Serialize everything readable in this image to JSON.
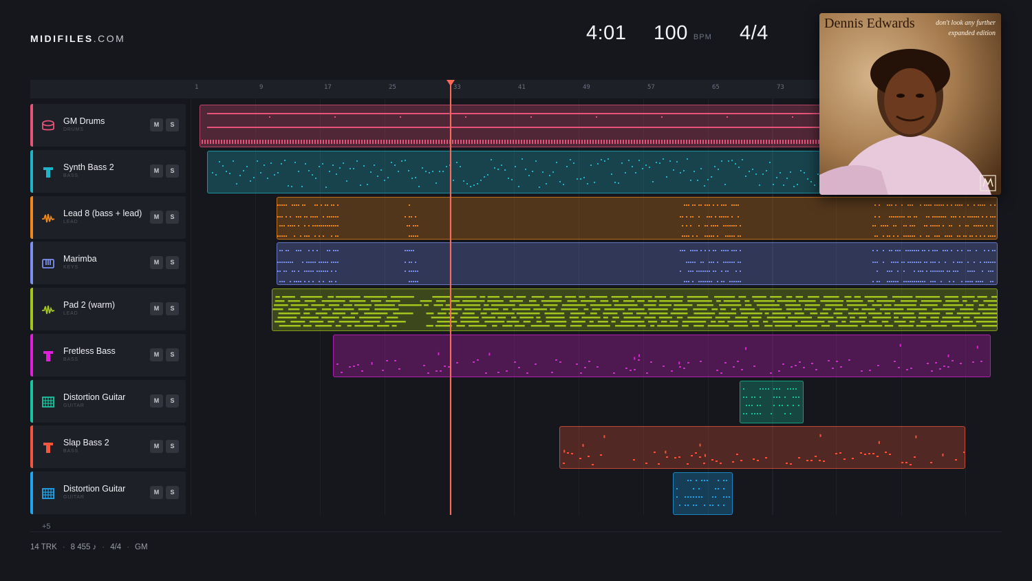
{
  "header": {
    "brand_strong": "MIDIFILES",
    "brand_light": ".COM",
    "time": "4:01",
    "tempo": "100",
    "tempo_unit": "BPM",
    "signature": "4/4"
  },
  "album": {
    "artist": "Dennis Edwards",
    "title_line1": "don't look any further",
    "title_line2": "expanded edition",
    "label_logo": "motown-logo"
  },
  "ruler": {
    "bars": [
      "1",
      "9",
      "17",
      "25",
      "33",
      "41",
      "49",
      "57",
      "65",
      "73"
    ],
    "playhead_bar": 33
  },
  "tracks": [
    {
      "name": "GM Drums",
      "category": "DRUMS",
      "color": "#e8537a",
      "icon": "drum-icon",
      "mute": "M",
      "solo": "S"
    },
    {
      "name": "Synth Bass 2",
      "category": "BASS",
      "color": "#1fb5c8",
      "icon": "bass-icon",
      "mute": "M",
      "solo": "S"
    },
    {
      "name": "Lead 8 (bass + lead)",
      "category": "LEAD",
      "color": "#f0891a",
      "icon": "wave-icon",
      "mute": "M",
      "solo": "S"
    },
    {
      "name": "Marimba",
      "category": "KEYS",
      "color": "#7b8ff0",
      "icon": "keys-icon",
      "mute": "M",
      "solo": "S"
    },
    {
      "name": "Pad 2 (warm)",
      "category": "LEAD",
      "color": "#a4c41e",
      "icon": "wave-icon",
      "mute": "M",
      "solo": "S"
    },
    {
      "name": "Fretless Bass",
      "category": "BASS",
      "color": "#e020d8",
      "icon": "bass-icon",
      "mute": "M",
      "solo": "S"
    },
    {
      "name": "Distortion Guitar",
      "category": "GUITAR",
      "color": "#19c4a0",
      "icon": "guitar-icon",
      "mute": "M",
      "solo": "S"
    },
    {
      "name": "Slap Bass 2",
      "category": "BASS",
      "color": "#f0573c",
      "icon": "bass-icon",
      "mute": "M",
      "solo": "S"
    },
    {
      "name": "Distortion Guitar",
      "category": "GUITAR",
      "color": "#1ea6f0",
      "icon": "guitar-icon",
      "mute": "M",
      "solo": "S"
    }
  ],
  "more_tracks": "+5",
  "footer": {
    "tracks": "14 TRK",
    "notes": "8 455 ♪",
    "signature": "4/4",
    "standard": "GM"
  }
}
